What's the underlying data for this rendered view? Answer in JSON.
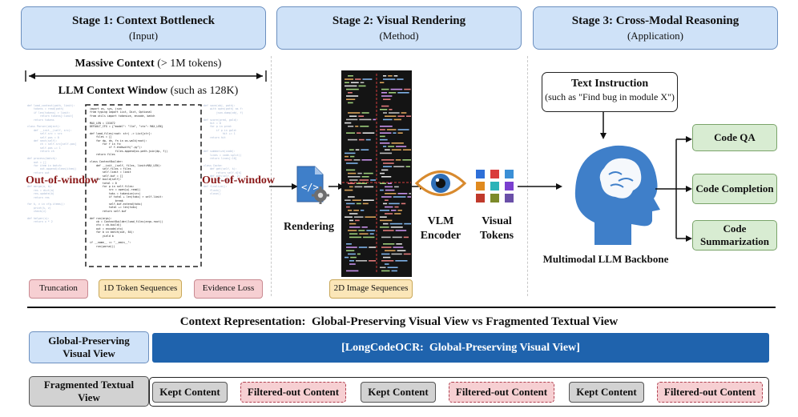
{
  "stages": [
    {
      "title": "Stage 1: Context Bottleneck",
      "subtitle": "(Input)"
    },
    {
      "title": "Stage 2: Visual Rendering",
      "subtitle": "(Method)"
    },
    {
      "title": "Stage 3: Cross-Modal Reasoning",
      "subtitle": "(Application)"
    }
  ],
  "stage1": {
    "massive_bold": "Massive Context",
    "massive_rest": "(> 1M tokens)",
    "window_bold": "LLM Context Window",
    "window_rest": "(such as 128K)",
    "out_left": "Out-of-window",
    "out_right": "Out-of-window",
    "tags": [
      "Truncation",
      "1D Token Sequences",
      "Evidence Loss"
    ]
  },
  "stage2": {
    "rendering": "Rendering",
    "tag": "2D Image Sequences",
    "encoder_line1": "VLM",
    "encoder_line2": "Encoder",
    "tokens_line1": "Visual",
    "tokens_line2": "Tokens",
    "token_colors": [
      "#2e6fd8",
      "#d93b3b",
      "#3a8fd6",
      "#e08a1f",
      "#2bb3b8",
      "#7a3fcf",
      "#c0392b",
      "#7d8a2a",
      "#6a4fa8"
    ]
  },
  "stage3": {
    "instruction_title": "Text Instruction",
    "instruction_sub": "(such as \"Find bug in module X\")",
    "backbone": "Multimodal LLM Backbone",
    "tasks": [
      "Code QA",
      "Code Completion",
      "Code Summarization"
    ]
  },
  "bottom": {
    "heading": "Context Representation:  Global-Preserving Visual View vs Fragmented Textual View",
    "global_label": "Global-Preserving Visual View",
    "global_bar": "[LongCodeOCR:  Global-Preserving Visual View]",
    "frag_label": "Fragmented Textual View",
    "kept": "Kept Content",
    "filtered": "Filtered-out Content"
  },
  "colors": {
    "stage_fill": "#cfe2f8",
    "global_bar": "#1f63ad",
    "code_bg": "#141414",
    "head": "#3f7fc9"
  }
}
